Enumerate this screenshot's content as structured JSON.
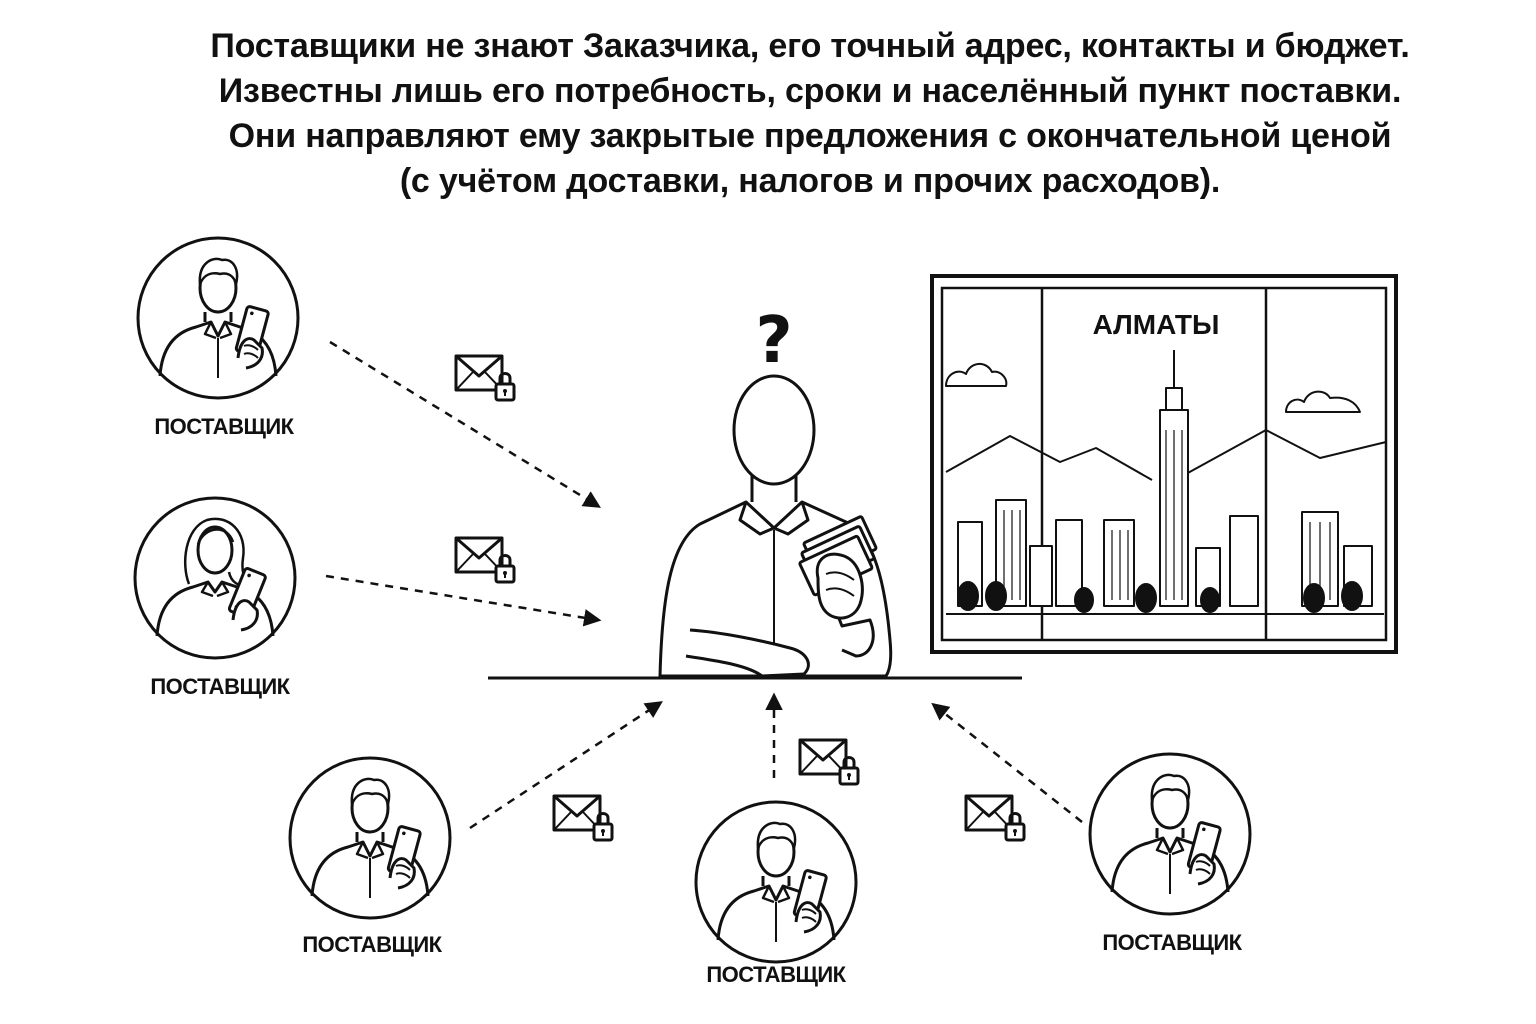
{
  "heading": {
    "lines": [
      "Поставщики не знают Заказчика, его точный адрес, контакты и бюджет.",
      "Известны лишь его потребность, сроки и населённый пункт поставки.",
      "Они направляют ему закрытые предложения с окончательной ценой",
      "(с учётом доставки, налогов и прочих расходов)."
    ]
  },
  "suppliers": [
    {
      "label": "ПОСТАВЩИК",
      "icon": "male-supplier-icon"
    },
    {
      "label": "ПОСТАВЩИК",
      "icon": "female-supplier-icon"
    },
    {
      "label": "ПОСТАВЩИК",
      "icon": "male-supplier-icon"
    },
    {
      "label": "ПОСТАВЩИК",
      "icon": "male-supplier-icon"
    },
    {
      "label": "ПОСТАВЩИК",
      "icon": "male-supplier-icon"
    }
  ],
  "customer": {
    "unknown_mark": "?",
    "icon": "customer-with-money-icon"
  },
  "city_window": {
    "city_name": "АЛМАТЫ",
    "icon": "city-skyline-icon"
  },
  "message_icon": "locked-envelope-icon",
  "colors": {
    "ink": "#111111",
    "background": "#ffffff"
  }
}
